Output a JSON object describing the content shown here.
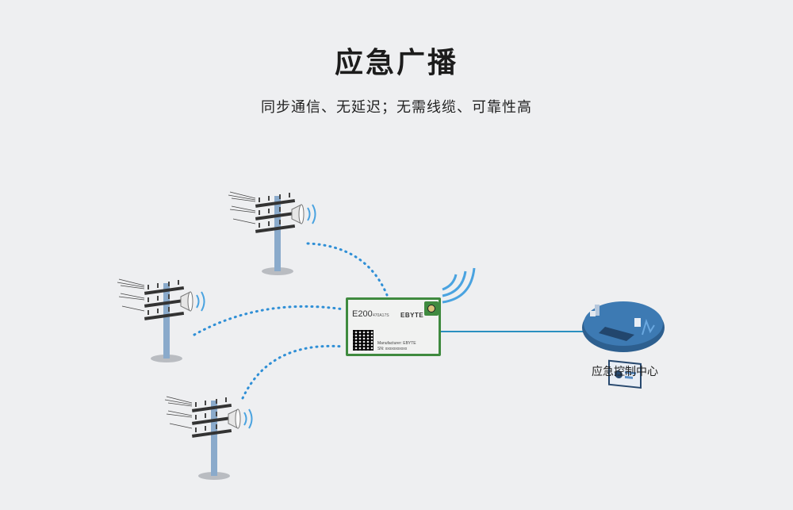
{
  "header": {
    "title": "应急广播",
    "subtitle": "同步通信、无延迟；无需线缆、可靠性高"
  },
  "module": {
    "model": "E200",
    "model_sub": "470A17S",
    "brand": "EBYTE",
    "manufacturer": "Manufacturer: EBYTE",
    "serial": "SN: xxxxxxxxxxx"
  },
  "control_center": {
    "label": "应急控制中心"
  },
  "colors": {
    "link_dotted": "#2f8fd6",
    "link_solid": "#2a8fc0",
    "wifi": "#4aa3e0",
    "pole": "#8aaacb",
    "pcb_border": "#3f8a3f",
    "platform": "#2d5f8f"
  },
  "icons": [
    "loudspeaker-pole-icon",
    "wifi-signal-icon",
    "monitor-icon",
    "speaker-horn-icon"
  ]
}
